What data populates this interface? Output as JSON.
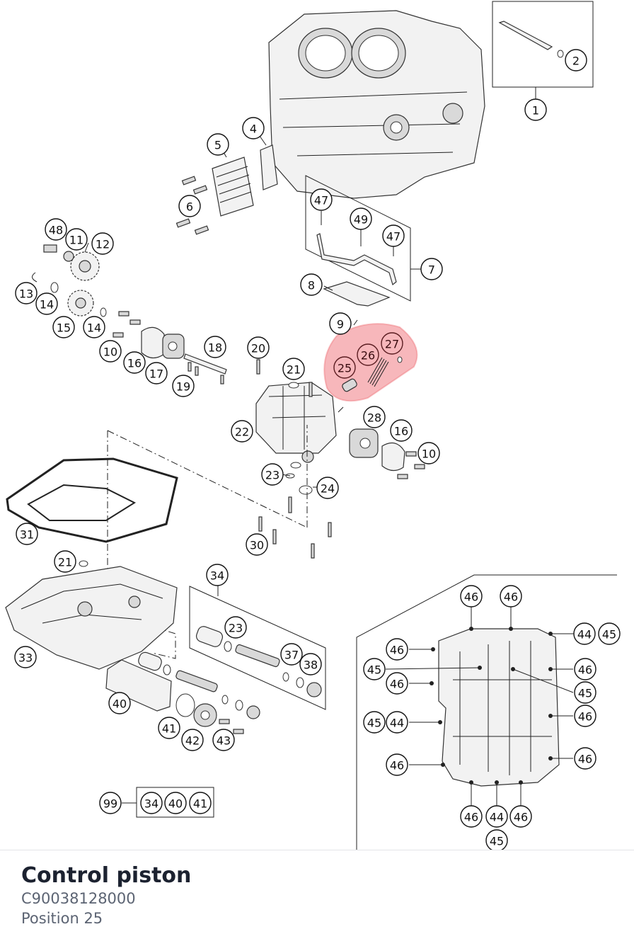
{
  "info": {
    "title": "Control piston",
    "part_number": "C90038128000",
    "position": "Position 25"
  },
  "highlight_color": "#e8323c",
  "callouts": [
    {
      "id": "c1",
      "label": "1"
    },
    {
      "id": "c2",
      "label": "2"
    },
    {
      "id": "c4",
      "label": "4"
    },
    {
      "id": "c5",
      "label": "5"
    },
    {
      "id": "c6",
      "label": "6"
    },
    {
      "id": "c7",
      "label": "7"
    },
    {
      "id": "c8",
      "label": "8"
    },
    {
      "id": "c9",
      "label": "9"
    },
    {
      "id": "c10a",
      "label": "10"
    },
    {
      "id": "c10b",
      "label": "10"
    },
    {
      "id": "c11",
      "label": "11"
    },
    {
      "id": "c12",
      "label": "12"
    },
    {
      "id": "c13",
      "label": "13"
    },
    {
      "id": "c14a",
      "label": "14"
    },
    {
      "id": "c14b",
      "label": "14"
    },
    {
      "id": "c15",
      "label": "15"
    },
    {
      "id": "c16a",
      "label": "16"
    },
    {
      "id": "c16b",
      "label": "16"
    },
    {
      "id": "c17",
      "label": "17"
    },
    {
      "id": "c18",
      "label": "18"
    },
    {
      "id": "c19",
      "label": "19"
    },
    {
      "id": "c20",
      "label": "20"
    },
    {
      "id": "c21a",
      "label": "21"
    },
    {
      "id": "c21b",
      "label": "21"
    },
    {
      "id": "c22",
      "label": "22"
    },
    {
      "id": "c23a",
      "label": "23"
    },
    {
      "id": "c23b",
      "label": "23"
    },
    {
      "id": "c24",
      "label": "24"
    },
    {
      "id": "c25",
      "label": "25"
    },
    {
      "id": "c26",
      "label": "26"
    },
    {
      "id": "c27",
      "label": "27"
    },
    {
      "id": "c28",
      "label": "28"
    },
    {
      "id": "c30",
      "label": "30"
    },
    {
      "id": "c31",
      "label": "31"
    },
    {
      "id": "c33",
      "label": "33"
    },
    {
      "id": "c34a",
      "label": "34"
    },
    {
      "id": "c34b",
      "label": "34"
    },
    {
      "id": "c37",
      "label": "37"
    },
    {
      "id": "c38",
      "label": "38"
    },
    {
      "id": "c40a",
      "label": "40"
    },
    {
      "id": "c40b",
      "label": "40"
    },
    {
      "id": "c41a",
      "label": "41"
    },
    {
      "id": "c41b",
      "label": "41"
    },
    {
      "id": "c42",
      "label": "42"
    },
    {
      "id": "c43",
      "label": "43"
    },
    {
      "id": "c44a",
      "label": "44"
    },
    {
      "id": "c44b",
      "label": "44"
    },
    {
      "id": "c44c",
      "label": "44"
    },
    {
      "id": "c45a",
      "label": "45"
    },
    {
      "id": "c45b",
      "label": "45"
    },
    {
      "id": "c45c",
      "label": "45"
    },
    {
      "id": "c45d",
      "label": "45"
    },
    {
      "id": "c45e",
      "label": "45"
    },
    {
      "id": "c46a",
      "label": "46"
    },
    {
      "id": "c46b",
      "label": "46"
    },
    {
      "id": "c46c",
      "label": "46"
    },
    {
      "id": "c46d",
      "label": "46"
    },
    {
      "id": "c46e",
      "label": "46"
    },
    {
      "id": "c46f",
      "label": "46"
    },
    {
      "id": "c46g",
      "label": "46"
    },
    {
      "id": "c46h",
      "label": "46"
    },
    {
      "id": "c46i",
      "label": "46"
    },
    {
      "id": "c46j",
      "label": "46"
    },
    {
      "id": "c47a",
      "label": "47"
    },
    {
      "id": "c47b",
      "label": "47"
    },
    {
      "id": "c48",
      "label": "48"
    },
    {
      "id": "c49",
      "label": "49"
    },
    {
      "id": "c99",
      "label": "99"
    }
  ]
}
